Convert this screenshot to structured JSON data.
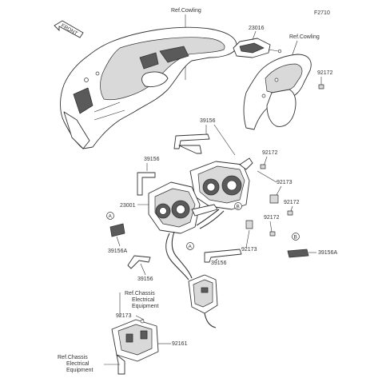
{
  "figure_code": "F2710",
  "front_label": "FRONT",
  "ref_cowling_top": "Ref.Cowling",
  "ref_cowling_right": "Ref.Cowling",
  "ref_chassis_1": [
    "Ref.Chassis",
    "Electrical",
    "Equipment"
  ],
  "ref_chassis_2": [
    "Ref.Chassis",
    "Electrical",
    "Equipment"
  ],
  "parts": {
    "p23016": "23016",
    "p92172_a": "92172",
    "p39156_top": "39156",
    "p92172_b": "92172",
    "p39156_left": "39156",
    "p92173_a": "92173",
    "p92172_c": "92172",
    "p23001": "23001",
    "p92172_d": "92172",
    "p39156A_left": "39156A",
    "p92173_b": "92173",
    "p39156A_right": "39156A",
    "p39156_bottom": "39156",
    "p39156_lower": "39156",
    "p92173_c": "92173",
    "p92161": "92161"
  },
  "callouts": {
    "a": "A",
    "b": "B"
  }
}
